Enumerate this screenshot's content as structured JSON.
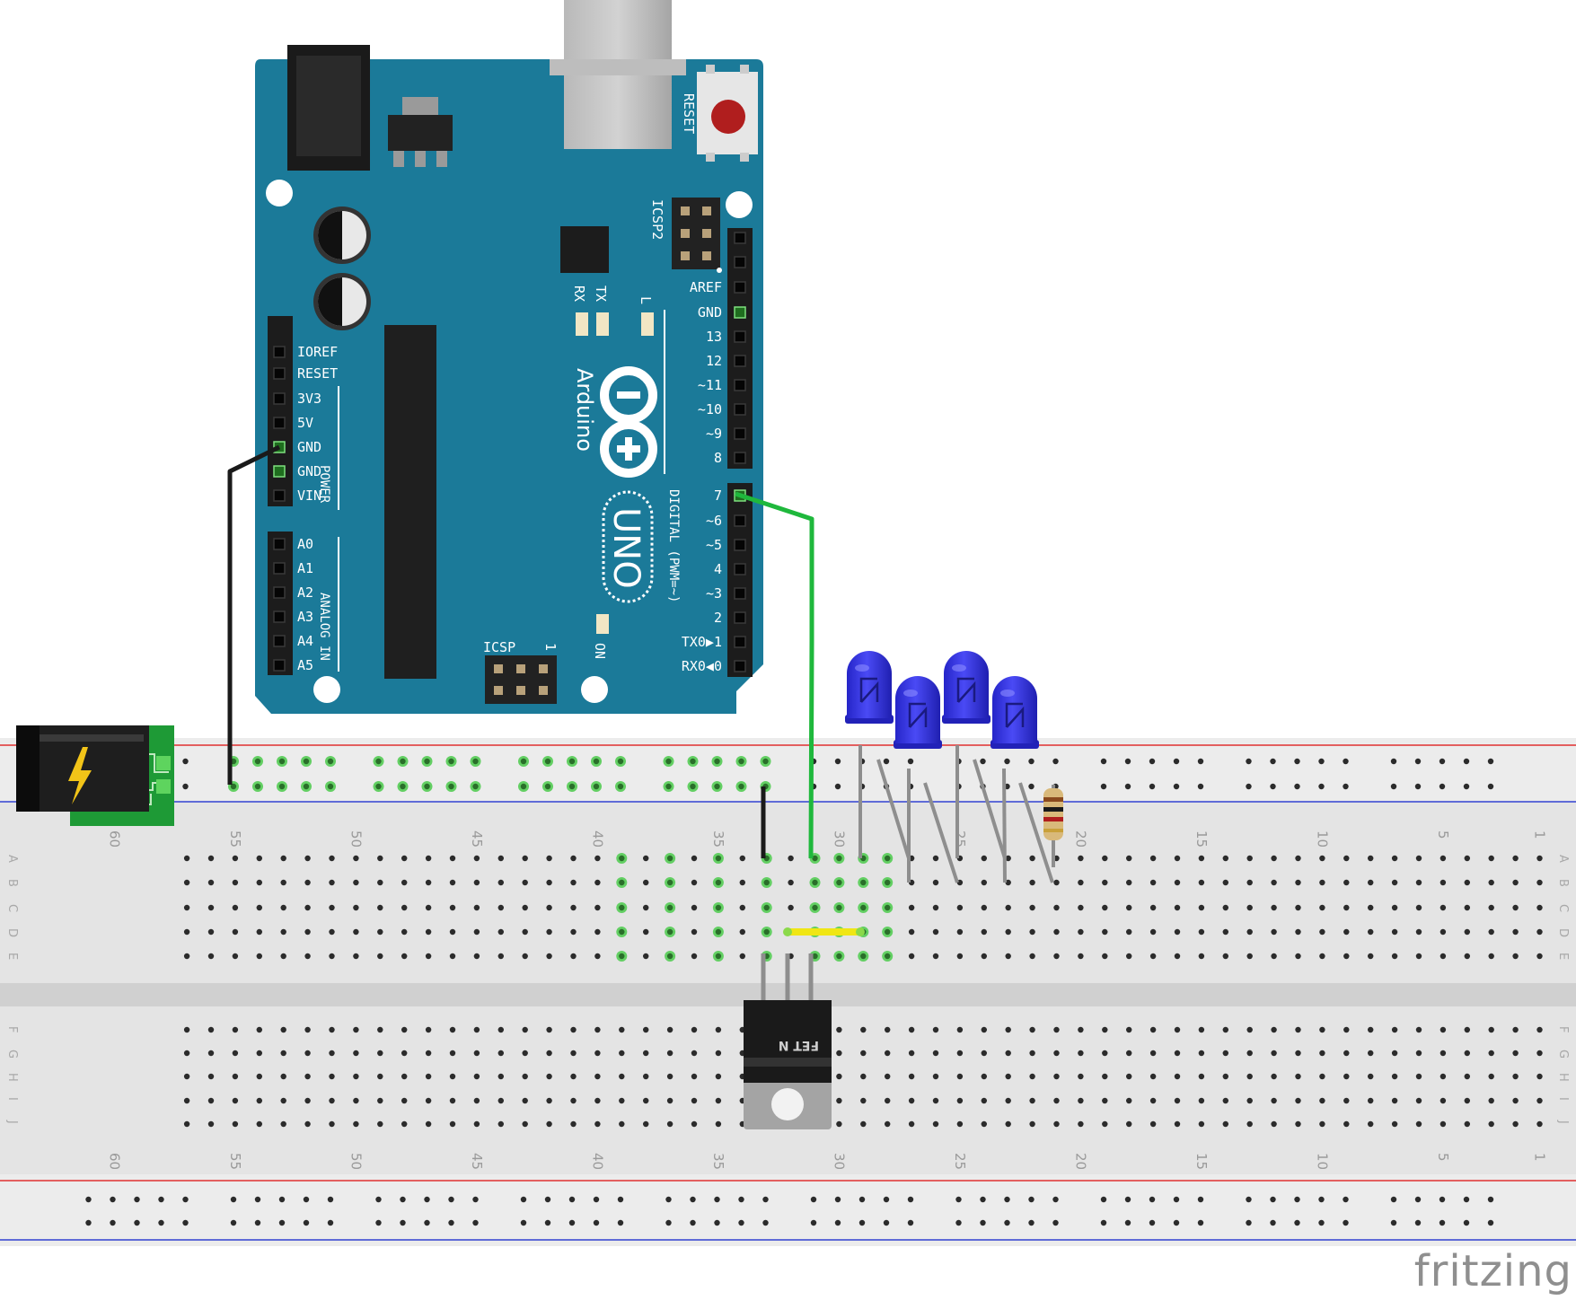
{
  "brand": "fritzing",
  "arduino": {
    "name": "Arduino",
    "model": "UNO",
    "reset_label": "RESET",
    "icsp2_label": "ICSP2",
    "icsp_label": "ICSP",
    "icsp_pin1": "1",
    "on_label": "ON",
    "tx_label": "TX",
    "rx_label": "RX",
    "l_label": "L",
    "power_section_label": "POWER",
    "analog_section_label": "ANALOG IN",
    "digital_section_label": "DIGITAL (PWM=~)",
    "power_pins": [
      "IOREF",
      "RESET",
      "3V3",
      "5V",
      "GND",
      "GND",
      "VIN"
    ],
    "analog_pins": [
      "A0",
      "A1",
      "A2",
      "A3",
      "A4",
      "A5"
    ],
    "digital_pins_upper": [
      "AREF",
      "GND",
      "13",
      "12",
      "~11",
      "~10",
      "~9",
      "8"
    ],
    "digital_pins_lower": [
      "7",
      "~6",
      "~5",
      "4",
      "~3",
      "2",
      "TX0▶1",
      "RX0◀0"
    ]
  },
  "breadboard": {
    "column_numbers": [
      "60",
      "55",
      "50",
      "45",
      "40",
      "35",
      "30",
      "25",
      "20",
      "15",
      "10",
      "5",
      "1"
    ],
    "rows_top": [
      "A",
      "B",
      "C",
      "D",
      "E"
    ],
    "rows_bottom": [
      "F",
      "G",
      "H",
      "I",
      "J"
    ]
  },
  "transistor": {
    "label": "FET N"
  },
  "colors": {
    "arduino_board": "#1b7a99",
    "wire_ground": "#1a1a1a",
    "wire_signal": "#1fb83c",
    "wire_jumper": "#f0e614",
    "led_blue": "#2f2fe8",
    "power_rail_red": "#e03030",
    "power_rail_blue": "#3040d0",
    "breadboard": "#e6e6e6",
    "connected_hole": "#55c755"
  },
  "icons": {
    "power_jack": "lightning-bolt-icon"
  }
}
